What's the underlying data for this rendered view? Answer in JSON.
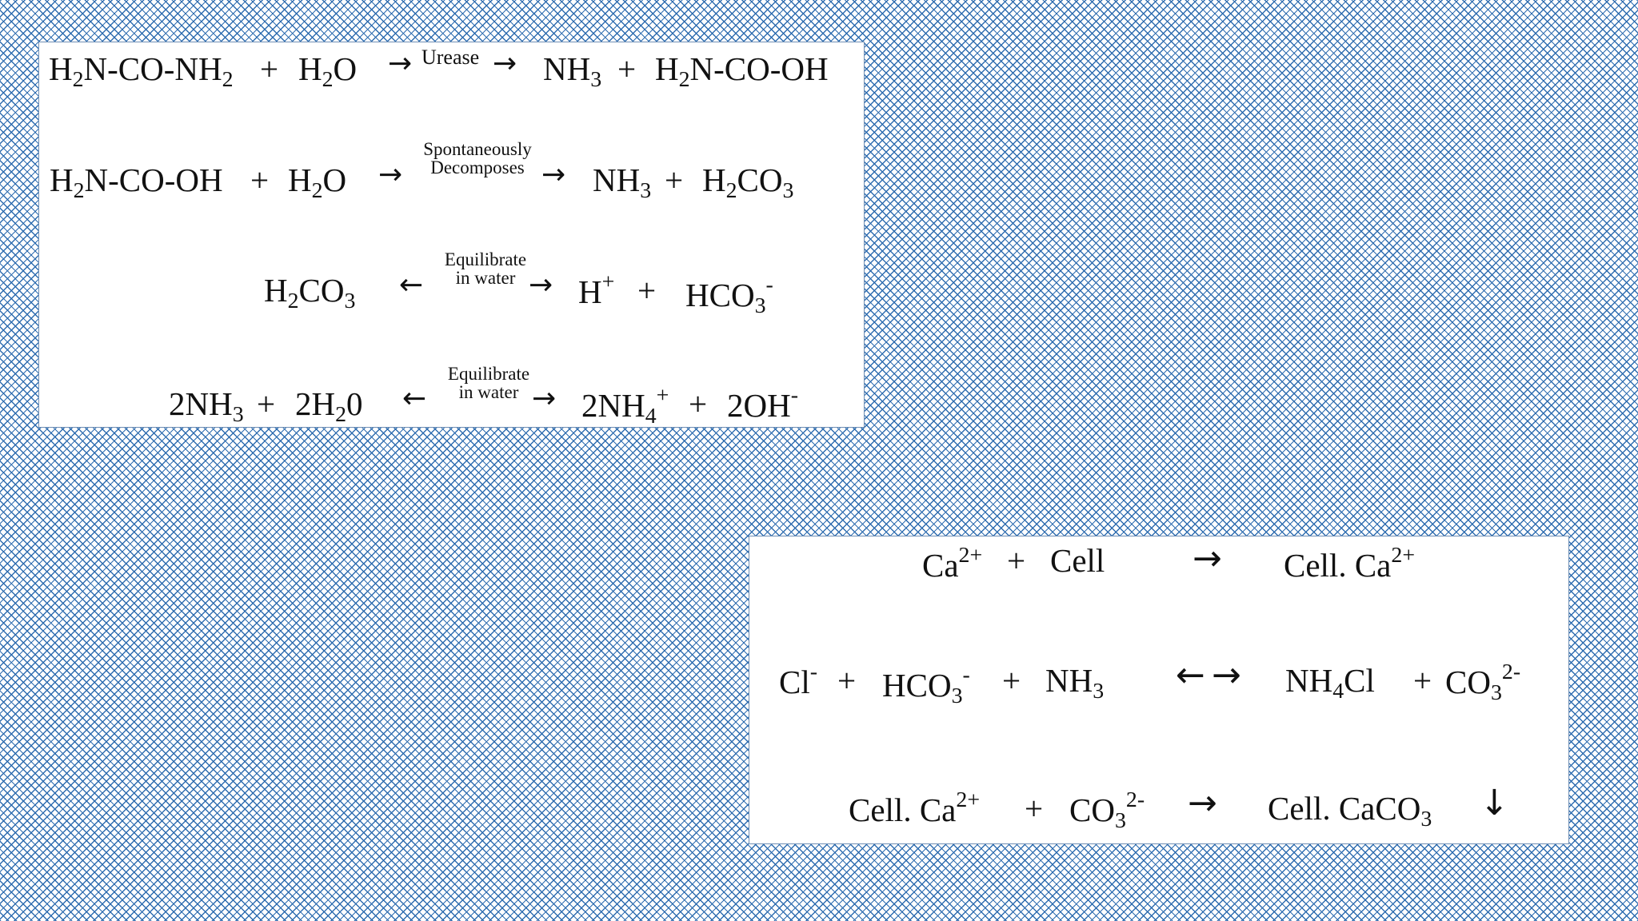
{
  "reactions_box_1": {
    "r1": {
      "left": [
        "H",
        "2",
        "N-CO-NH",
        "2"
      ],
      "plus1": "+",
      "water": [
        "H",
        "2",
        "O"
      ],
      "condition": "Urease",
      "right1": [
        "NH",
        "3"
      ],
      "plus2": "+",
      "right2": [
        "H",
        "2",
        "N-CO-OH"
      ]
    },
    "r2": {
      "left": "H2N-CO-OH",
      "left_parts": [
        "H",
        "2",
        "N-CO-OH"
      ],
      "plus1": "+",
      "water": [
        "H",
        "2",
        "O"
      ],
      "condition_line1": "Spontaneously",
      "condition_line2": "Decomposes",
      "right1": [
        "NH",
        "3"
      ],
      "plus2": "+",
      "right2": [
        "H",
        "2",
        "CO",
        "3"
      ]
    },
    "r3": {
      "left": [
        "H",
        "2",
        "CO",
        "3"
      ],
      "condition_line1": "Equilibrate",
      "condition_line2": "in water",
      "right1": [
        "H",
        "+"
      ],
      "plus": "+",
      "right2": [
        "HCO",
        "3",
        "-"
      ]
    },
    "r4": {
      "left1": [
        "2NH",
        "3"
      ],
      "plus1": "+",
      "left2": [
        "2H",
        "2",
        "0"
      ],
      "condition_line1": "Equilibrate",
      "condition_line2": "in water",
      "right1": [
        "2NH",
        "4",
        "+"
      ],
      "plus2": "+",
      "right2": [
        "2OH",
        "-"
      ]
    }
  },
  "reactions_box_2": {
    "r5": {
      "left": [
        "Ca",
        "2+"
      ],
      "plus": "+",
      "cell": "Cell",
      "right": [
        "Cell. Ca",
        "2+"
      ]
    },
    "r6": {
      "left1": [
        "Cl",
        "-"
      ],
      "plus1": "+",
      "left2": [
        "HCO",
        "3",
        "-"
      ],
      "plus2": "+",
      "left3": [
        "NH",
        "3"
      ],
      "right1": [
        "NH",
        "4",
        "Cl"
      ],
      "plus3": "+",
      "right2": [
        "CO",
        "3",
        "2-"
      ]
    },
    "r7": {
      "left1": [
        "Cell. Ca",
        "2+"
      ],
      "plus1": "+",
      "left2": [
        "CO",
        "3",
        "2-"
      ],
      "right": [
        "Cell. CaCO",
        "3"
      ]
    }
  },
  "icons": {
    "right_arrow": "→",
    "left_arrow": "←",
    "down_arrow": "↓"
  },
  "colors": {
    "pattern": "#2f6db0",
    "box_border": "#6f8fb5"
  }
}
